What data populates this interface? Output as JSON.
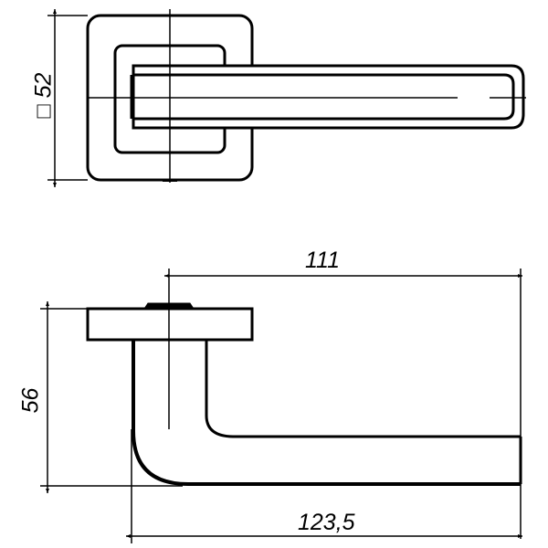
{
  "drawing": {
    "subject": "door handle on square rosette",
    "line_color": "#000000",
    "background": "#ffffff"
  },
  "top_view": {
    "rosette_dimension": {
      "symbol": "□",
      "value": "52",
      "label": "□ 52"
    }
  },
  "side_view": {
    "height_dimension": {
      "value": "56"
    },
    "lever_length_dimension": {
      "value": "111"
    },
    "total_length_dimension": {
      "value": "123,5"
    }
  }
}
